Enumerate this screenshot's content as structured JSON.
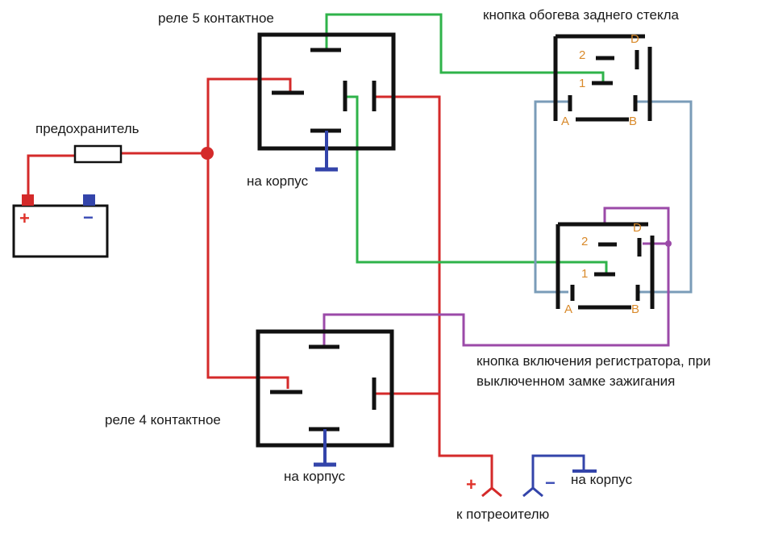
{
  "labels": {
    "relay5": "реле 5 контактное",
    "relay4": "реле 4 контактное",
    "fuse": "предохранитель",
    "ground_relay5": "на корпус",
    "ground_relay4": "на корпус",
    "ground_consumer": "на корпус",
    "rear_window_button": "кнопка обогева заднего стекла",
    "recorder_button_line1": "кнопка включения регистратора, при",
    "recorder_button_line2": "выключенном замке зажигания",
    "consumer": "к потреоителю"
  },
  "battery": {
    "plus": "+",
    "minus": "−"
  },
  "consumer_polarity": {
    "plus": "+",
    "minus": "−"
  },
  "button_pins": {
    "d": "D",
    "p2": "2",
    "p1": "1",
    "a": "A",
    "b": "B"
  },
  "colors": {
    "positive_wire": "#d42a2a",
    "green_wire": "#2fb34a",
    "purple_wire": "#9b4aa8",
    "steel_wire": "#7a9cb8",
    "ground": "#3344aa",
    "component": "#111111",
    "pin_label": "#d98a2b"
  }
}
